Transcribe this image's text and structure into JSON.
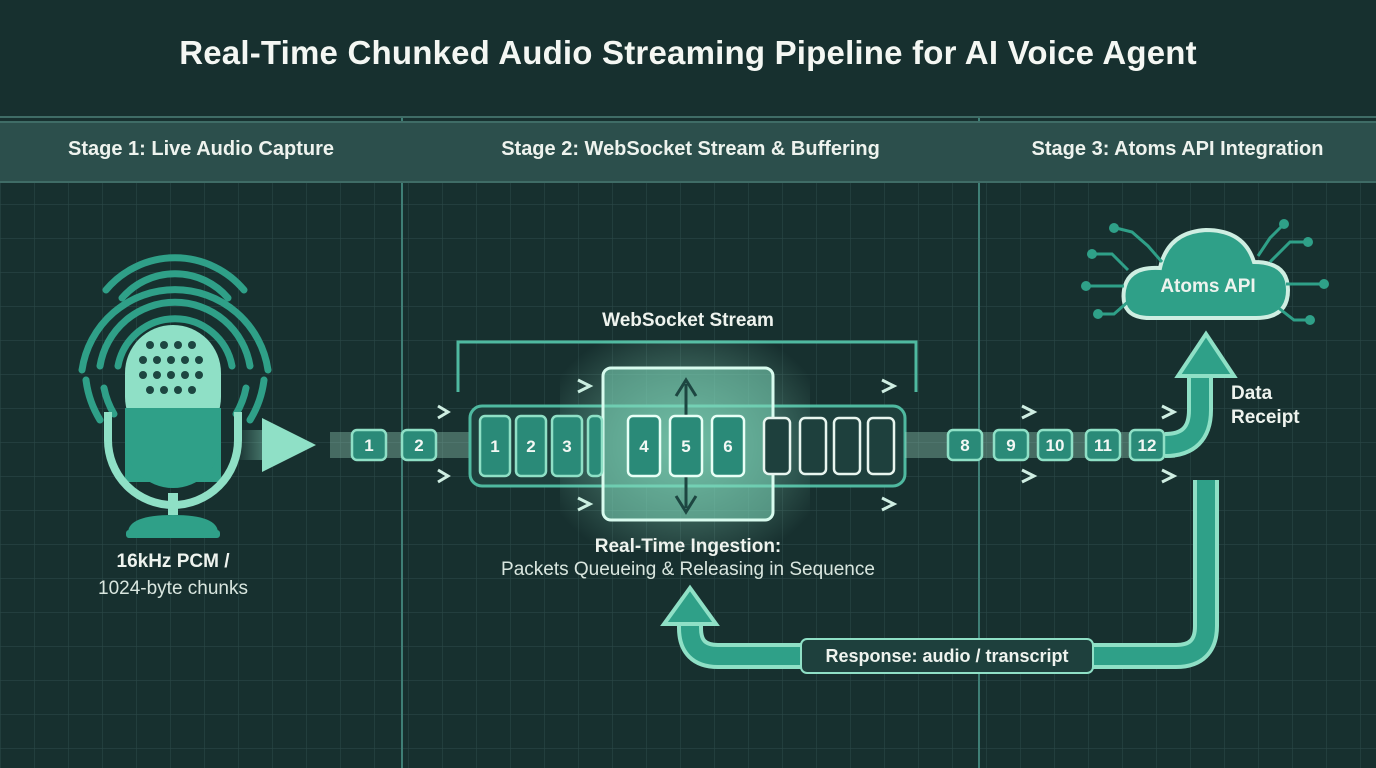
{
  "title": "Real-Time Chunked Audio Streaming Pipeline for AI Voice Agent",
  "stages": [
    {
      "label": "Stage 1: Live Audio Capture"
    },
    {
      "label": "Stage 2: WebSocket Stream & Buffering"
    },
    {
      "label": "Stage 3: Atoms API Integration"
    }
  ],
  "capture": {
    "format_line1": "16kHz PCM /",
    "format_line2": "1024-byte chunks",
    "icon": "microphone-icon"
  },
  "websocket": {
    "label": "WebSocket Stream",
    "ingestion_title": "Real-Time Ingestion:",
    "ingestion_desc": "Packets Queueing & Releasing in Sequence"
  },
  "packets": {
    "incoming": [
      "1",
      "2"
    ],
    "buffer_left": [
      "1",
      "2",
      "3"
    ],
    "buffer_window": [
      "4",
      "5",
      "6"
    ],
    "outgoing": [
      "8",
      "9",
      "10",
      "11",
      "12"
    ]
  },
  "api": {
    "label": "Atoms API",
    "receipt_line1": "Data",
    "receipt_line2": "Receipt",
    "icon": "cloud-icon"
  },
  "response": {
    "label": "Response: audio / transcript"
  },
  "colors": {
    "background": "#17302f",
    "accent": "#2f9a87",
    "accent_light": "#8fe0c6",
    "grid": "#2a4746"
  }
}
